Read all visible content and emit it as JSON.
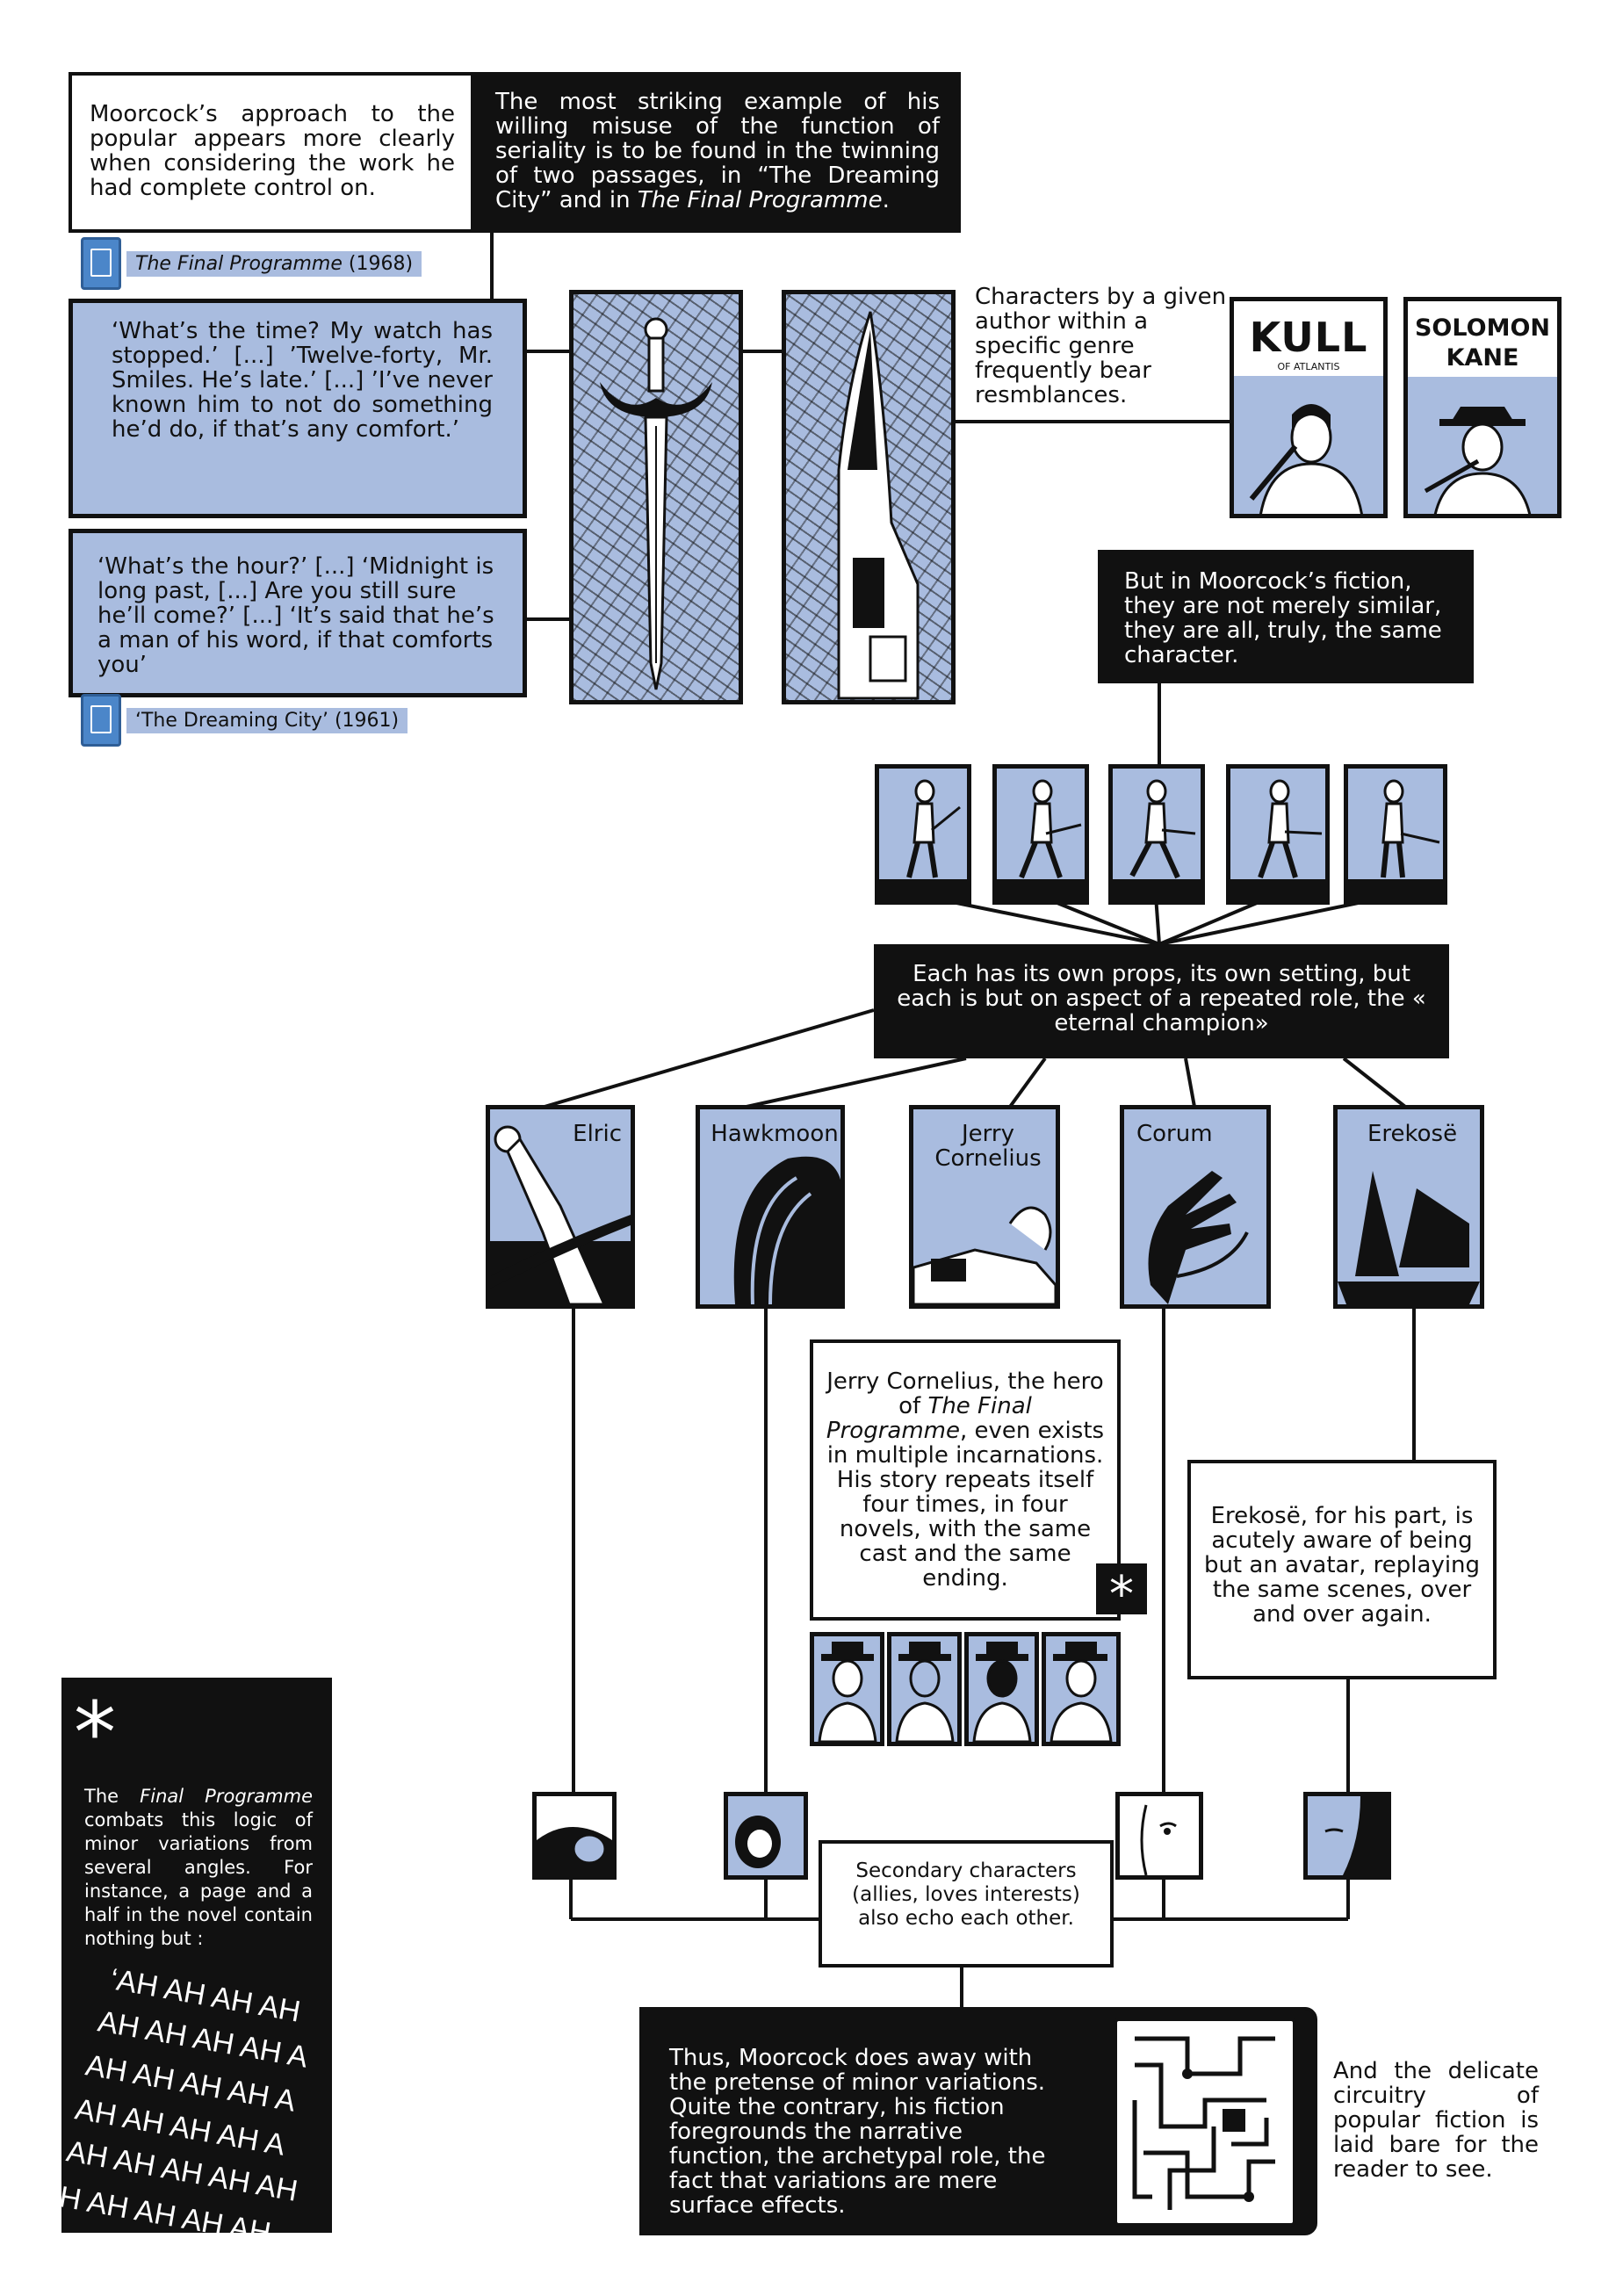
{
  "intro_left": "Moorcock’s approach to the popular appears more clearly when considering the work he had complete control on.",
  "intro_right_parts": [
    "The most striking example of his willing misuse of the function of seriality is to be found in the twinning of two passages, in “The Dreaming City” and in ",
    "The Final Programme",
    "."
  ],
  "book1": {
    "title": "The Final Programme",
    "year": " (1968)"
  },
  "quote1": "‘What’s the time? My watch has stopped.’ [...] ’Twelve-forty, Mr. Smiles. He’s late.’ [...] ’I’ve never known him to not do something he’d do, if that’s any comfort.’",
  "quote2": "‘What’s the hour?’ [...] ‘Midnight is long past, [...] Are you still sure he’ll come?’ [...] ‘It’s said that he’s a man of his word, if that comforts you’",
  "book2": {
    "title": "‘The Dreaming City’ (1961)"
  },
  "characters_note": "Characters by a given author within a specific genre frequently bear resmblances.",
  "covers": [
    {
      "title": "KULL",
      "subtitle": "OF ATLANTIS"
    },
    {
      "title": "SOLOMON KANE",
      "subtitle": ""
    }
  ],
  "same_character": "But in Moorcock’s fiction, they are not merely similar, they are all, truly, the same character.",
  "eternal_champion": "Each has its own props, its own setting, but each is but on aspect of a repeated role, the « eternal champion»",
  "champions": [
    "Elric",
    "Hawkmoon",
    "Jerry Cornelius",
    "Corum",
    "Erekosë"
  ],
  "jerry_note_parts": [
    "Jerry Cornelius, the hero of ",
    "The Final Programme",
    ", even exists in multiple incarnations. His story repeats itself four times, in four novels, with the same cast and the same ending."
  ],
  "asterisk": "*",
  "erekose_note": "Erekosë, for his part, is acutely aware of being but an avatar, replaying the same scenes, over and over again.",
  "sidebar": {
    "asterisk": "*",
    "text_parts": [
      "The ",
      "Final Programme",
      " combats this logic of minor variations from several angles. For instance, a page and a half in the novel contain nothing but :"
    ],
    "ah_lines": [
      "‘AH AH AH AH",
      "AH AH AH AH A",
      "AH AH AH AH A",
      "AH AH AH AH A",
      "AH AH AH AH AH",
      "H AH AH AH AH"
    ]
  },
  "secondary_note": "Secondary characters (allies, loves interests) also echo each other.",
  "conclusion": "Thus, Moorcock does away with the pretense of minor variations. Quite the contrary, his fiction foregrounds the narrative function, the archetypal role, the fact that variations are mere surface effects.",
  "circuitry_note": "And the delicate circuitry of popular fiction is laid bare for the reader to see."
}
